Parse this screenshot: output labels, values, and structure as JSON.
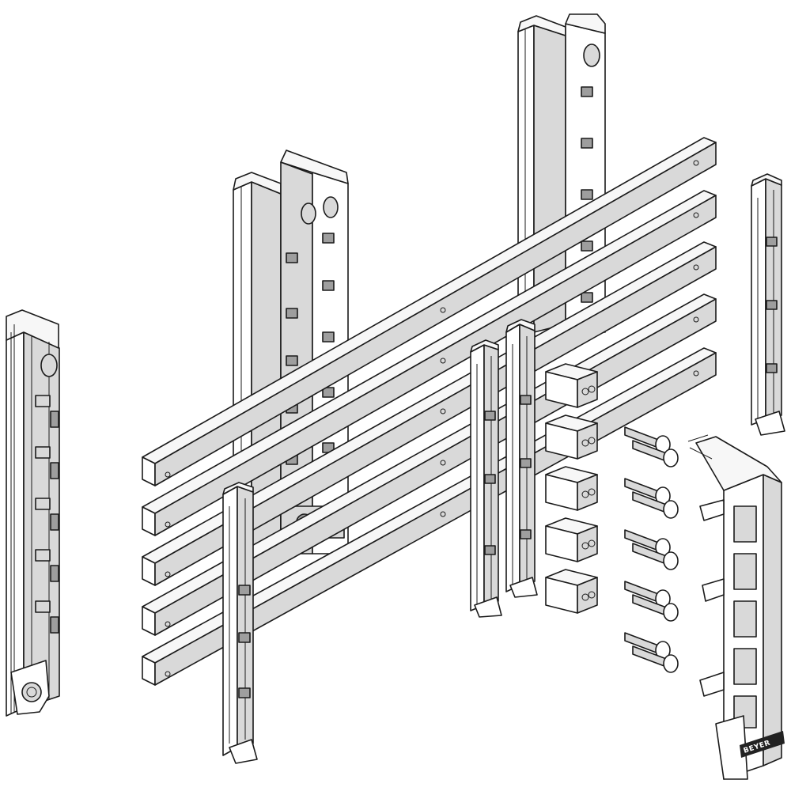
{
  "logo": {
    "text": "BEYER"
  },
  "parts": {
    "busbar_count": 5,
    "bridge_clamp_count": 5,
    "bolt_pair_count": 5
  },
  "colors": {
    "line": "#1a1a1a",
    "light_face": "#f7f7f7",
    "side_face": "#d9d9d9",
    "dark_face": "#9e9e9e"
  }
}
